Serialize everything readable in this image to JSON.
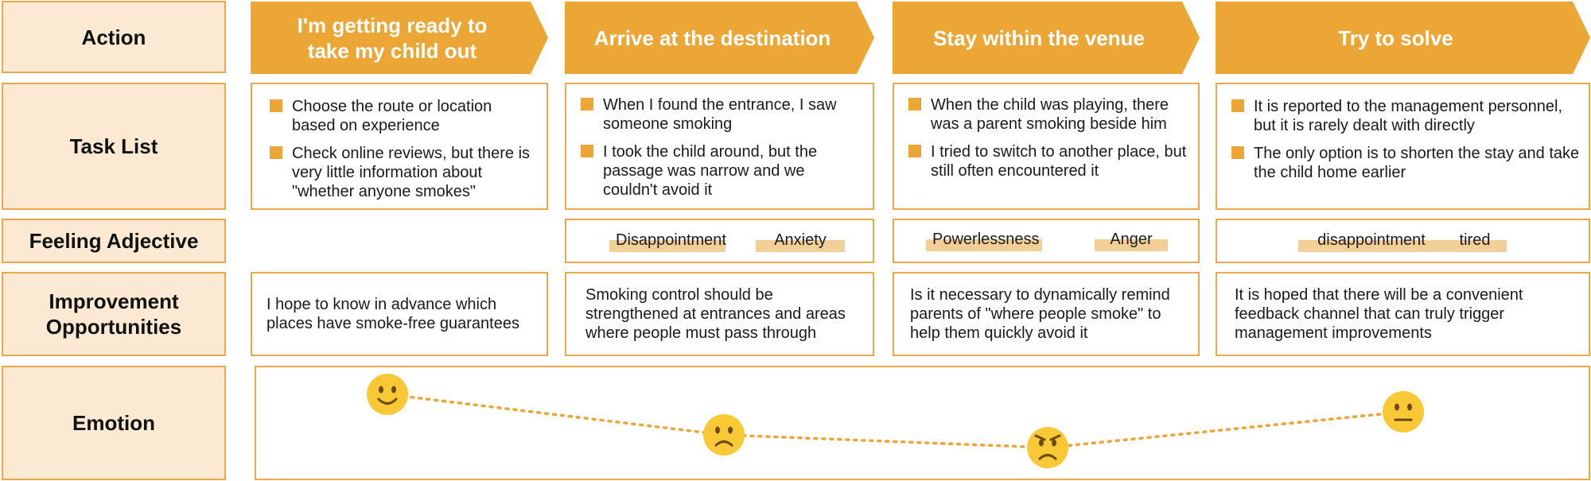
{
  "rows": {
    "action": "Action",
    "task_list": "Task List",
    "feeling": "Feeling Adjective",
    "improvement": "Improvement Opportunities",
    "emotion": "Emotion"
  },
  "stages": [
    {
      "title": "I'm getting ready to take my child out",
      "tasks": [
        "Choose the route or location based on experience",
        "Check online reviews, but there is very little information about \"whether anyone smokes\""
      ],
      "feelings": [],
      "improvement": "I hope to know in advance which places have smoke-free guarantees",
      "emotion": "happy"
    },
    {
      "title": "Arrive at the destination",
      "tasks": [
        "When I found the entrance, I saw someone smoking",
        "I took the child around, but the passage was narrow and we couldn't avoid it"
      ],
      "feelings": [
        "Disappointment",
        "Anxiety"
      ],
      "improvement": "Smoking control should be strengthened at entrances and areas where people must pass through",
      "emotion": "sad"
    },
    {
      "title": "Stay within the venue",
      "tasks": [
        "When the child was playing, there was a parent smoking beside him",
        "I tried to switch to another place, but still often encountered it"
      ],
      "feelings": [
        "Powerlessness",
        "Anger"
      ],
      "improvement": "Is it necessary to dynamically remind parents of \"where people smoke\" to help them quickly avoid it",
      "emotion": "angry"
    },
    {
      "title": "Try to solve",
      "tasks": [
        "It is reported to the management personnel, but it is rarely dealt with directly",
        "The only option is to shorten the stay and take the child home earlier"
      ],
      "feelings": [
        "disappointment",
        "tired"
      ],
      "improvement": "It is hoped that there will be a convenient feedback channel that can truly trigger management improvements",
      "emotion": "neutral"
    }
  ],
  "colors": {
    "accent": "#eba635",
    "label_bg": "#fbe9d3",
    "border": "#eba84a",
    "highlight": "#f3cf98",
    "emoji": "#f8c935",
    "emoji_features": "#6b4a16"
  }
}
